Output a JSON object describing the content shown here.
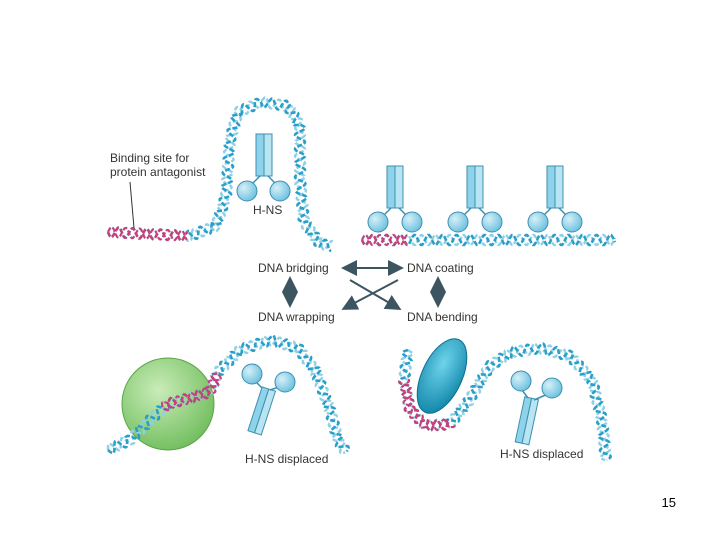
{
  "labels": {
    "binding_site_line1": "Binding site for",
    "binding_site_line2": "protein antagonist",
    "hns": "H-NS",
    "dna_bridging": "DNA bridging",
    "dna_coating": "DNA coating",
    "dna_wrapping": "DNA wrapping",
    "dna_bending": "DNA bending",
    "hns_displaced_left": "H-NS displaced",
    "hns_displaced_right": "H-NS displaced"
  },
  "slide_number": "15",
  "colors": {
    "dna_blue": "#2a9fc9",
    "dna_blue_light": "#8fd0e6",
    "dna_pink": "#c93f7a",
    "protein_fill": "#8fd3ea",
    "protein_stroke": "#3d8fb0",
    "antagonist_green": "#9fd48a",
    "bending_protein": "#1aa3c4",
    "arrow": "#3d5560"
  }
}
